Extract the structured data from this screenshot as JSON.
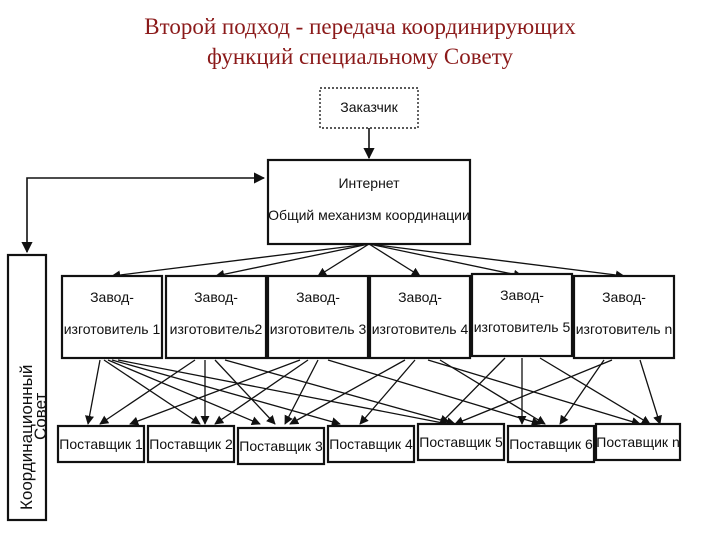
{
  "title": {
    "line1": "Второй подход  - передача координирующих",
    "line2": "функций  специальному Совету"
  },
  "customer": {
    "label": "Заказчик"
  },
  "coordination": {
    "line1": "Интернет",
    "line2": "Общий механизм координации"
  },
  "council": {
    "line1": "Координационный",
    "line2": "Совет"
  },
  "manufacturers": [
    {
      "line1": "Завод-",
      "line2": "изготовитель 1"
    },
    {
      "line1": "Завод-",
      "line2": "изготовитель2"
    },
    {
      "line1": "Завод-",
      "line2": "изготовитель 3"
    },
    {
      "line1": "Завод-",
      "line2": "изготовитель 4"
    },
    {
      "line1": "Завод-",
      "line2": "изготовитель 5"
    },
    {
      "line1": "Завод-",
      "line2": "изготовитель n"
    }
  ],
  "suppliers": [
    {
      "label": "Поставщик 1"
    },
    {
      "label": "Поставщик 2"
    },
    {
      "label": "Поставщик 3"
    },
    {
      "label": "Поставщик 4"
    },
    {
      "label": "Поставщик 5"
    },
    {
      "label": "Поставщик 6"
    },
    {
      "label": "Поставщик n"
    }
  ]
}
